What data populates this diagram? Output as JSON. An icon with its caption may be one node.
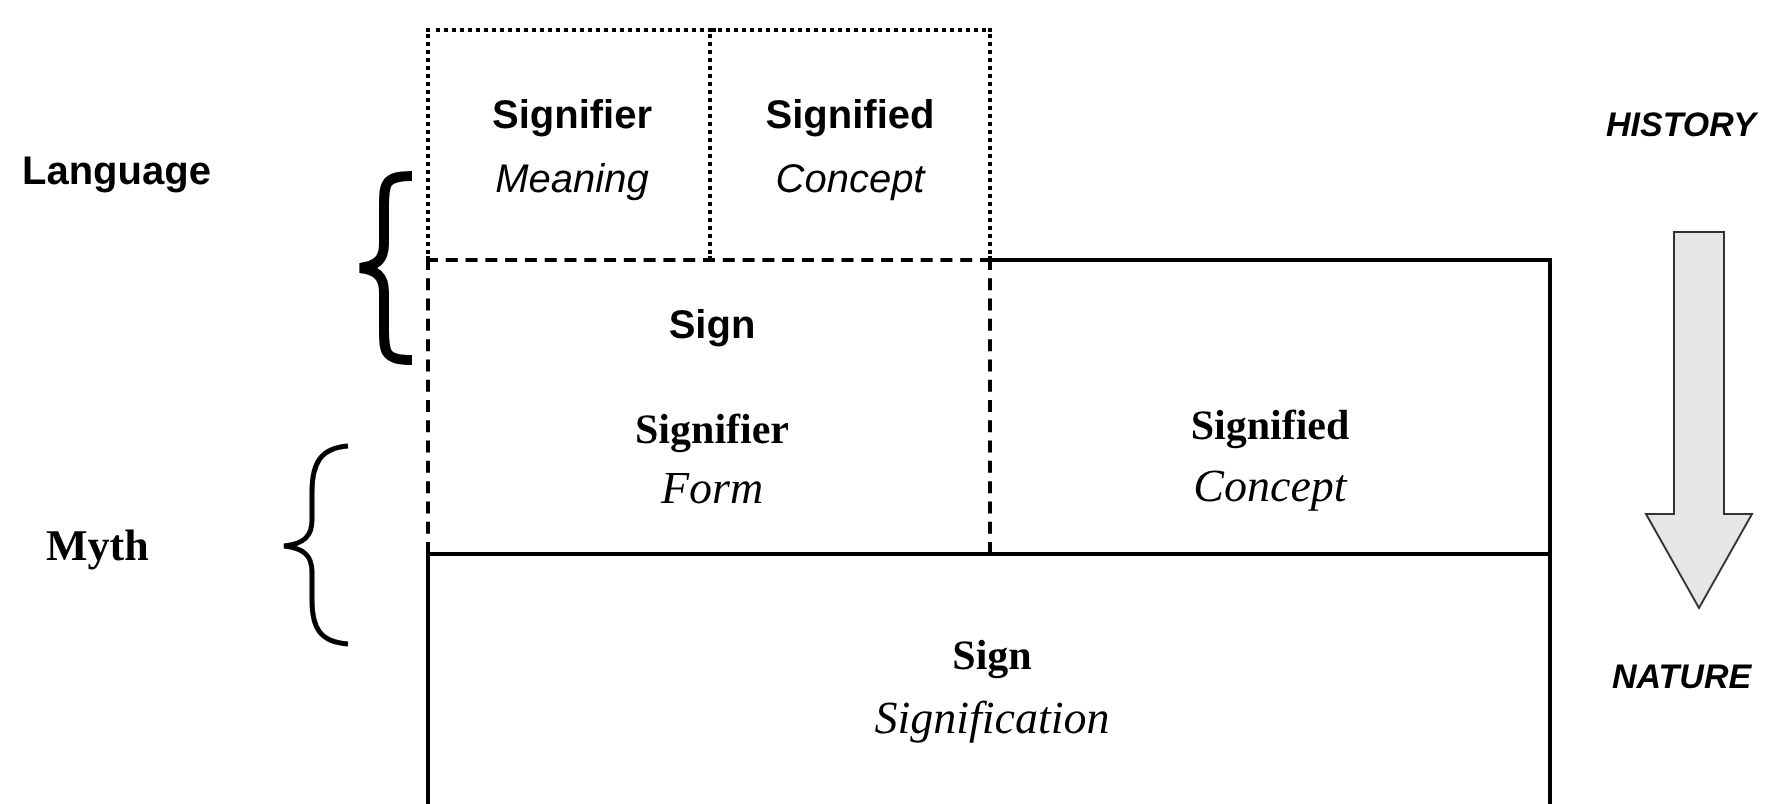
{
  "diagram": {
    "nodes": [
      {
        "text": [
          "Signifier",
          "Meaning"
        ]
      },
      {
        "text": [
          "Signified",
          "Concept"
        ]
      },
      {
        "text": [
          "Sign",
          "Signifier",
          "Form"
        ]
      },
      {
        "text": [
          "Signified",
          "Concept"
        ]
      },
      {
        "text": [
          "Sign",
          "Signification"
        ]
      }
    ],
    "labels": [
      "Language",
      "Myth",
      "HISTORY",
      "NATURE"
    ]
  }
}
